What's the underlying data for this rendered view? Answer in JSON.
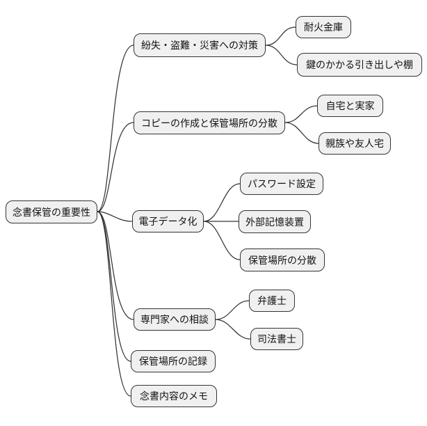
{
  "diagram": {
    "type": "mindmap",
    "root": {
      "label": "念書保管の重要性"
    },
    "branches": [
      {
        "label": "紛失・盗難・災害への対策",
        "children": [
          {
            "label": "耐火金庫"
          },
          {
            "label": "鍵のかかる引き出しや棚"
          }
        ]
      },
      {
        "label": "コピーの作成と保管場所の分散",
        "children": [
          {
            "label": "自宅と実家"
          },
          {
            "label": "親族や友人宅"
          }
        ]
      },
      {
        "label": "電子データ化",
        "children": [
          {
            "label": "パスワード設定"
          },
          {
            "label": "外部記憶装置"
          },
          {
            "label": "保管場所の分散"
          }
        ]
      },
      {
        "label": "専門家への相談",
        "children": [
          {
            "label": "弁護士"
          },
          {
            "label": "司法書士"
          }
        ]
      },
      {
        "label": "保管場所の記録",
        "children": []
      },
      {
        "label": "念書内容のメモ",
        "children": []
      }
    ],
    "colors": {
      "node_fill": "#f0f0f0",
      "node_border": "#333333",
      "connector": "#333333",
      "background": "#ffffff",
      "text": "#111111"
    }
  }
}
